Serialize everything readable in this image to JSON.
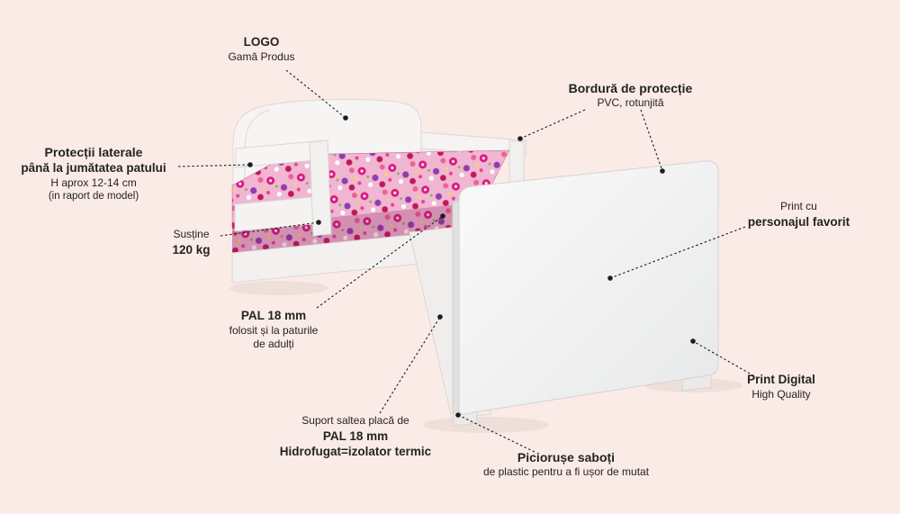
{
  "colors": {
    "background": "#fbebe6",
    "bed_white": "#f5f4f2",
    "mattress_pink": "#e0418f",
    "text": "#232323"
  },
  "labels": {
    "logo": {
      "title": "LOGO",
      "subtitle": "Gamă Produs"
    },
    "protective_edge": {
      "title": "Bordură de protecție",
      "subtitle": "PVC, rotunjită"
    },
    "side_protections": {
      "line1": "Protecții laterale",
      "line2": "până la jumătatea patului",
      "line3": "H aprox 12-14 cm",
      "line4": "(in raport de model)"
    },
    "supports": {
      "line1": "Susține",
      "line2": "120 kg"
    },
    "favorite_print": {
      "line1": "Print cu",
      "line2": "personajul favorit"
    },
    "pal_board": {
      "line1": "PAL 18 mm",
      "line2": "folosit și la paturile",
      "line3": "de adulți"
    },
    "mattress_support": {
      "line1": "Suport saltea placă de",
      "line2": "PAL 18 mm",
      "line3": "Hidrofugat=izolator termic"
    },
    "digital_print": {
      "line1": "Print Digital",
      "line2": "High Quality"
    },
    "feet": {
      "line1": "Piciorușe saboți",
      "line2": "de plastic pentru a fi ușor de mutat"
    }
  }
}
